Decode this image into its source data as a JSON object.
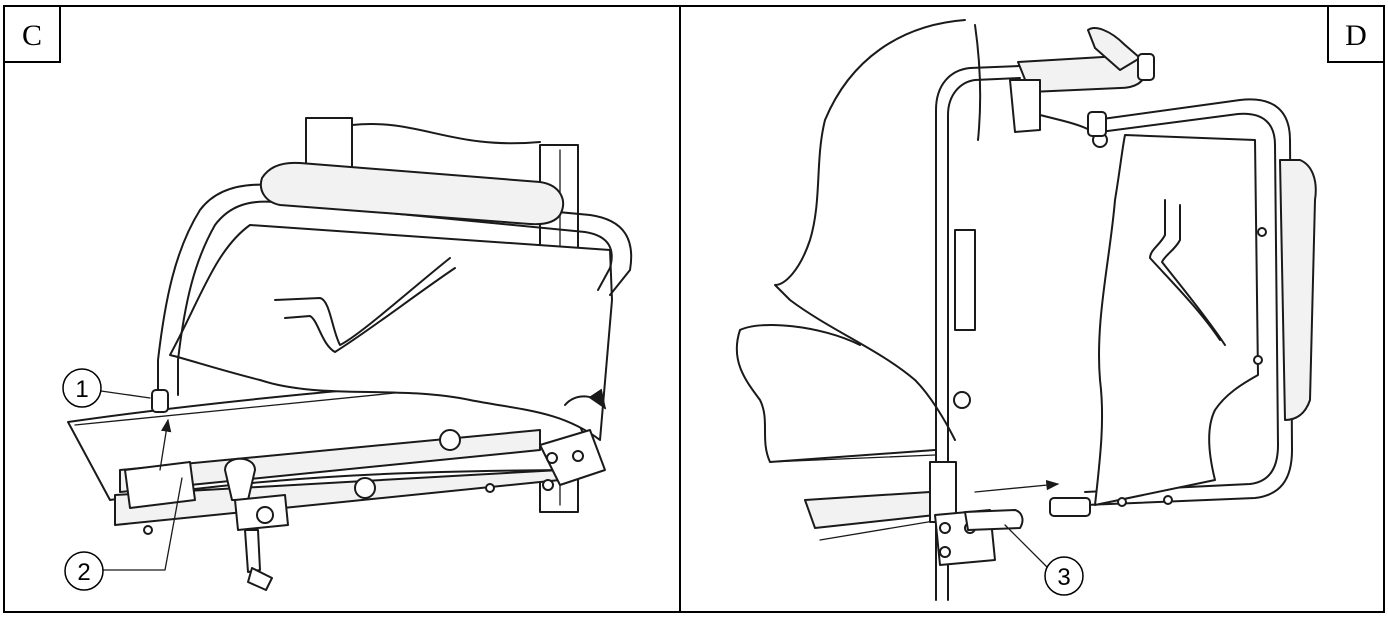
{
  "panels": [
    {
      "id": "C",
      "label": "C"
    },
    {
      "id": "D",
      "label": "D"
    }
  ],
  "callouts": [
    {
      "number": "1"
    },
    {
      "number": "2"
    },
    {
      "number": "3"
    }
  ]
}
